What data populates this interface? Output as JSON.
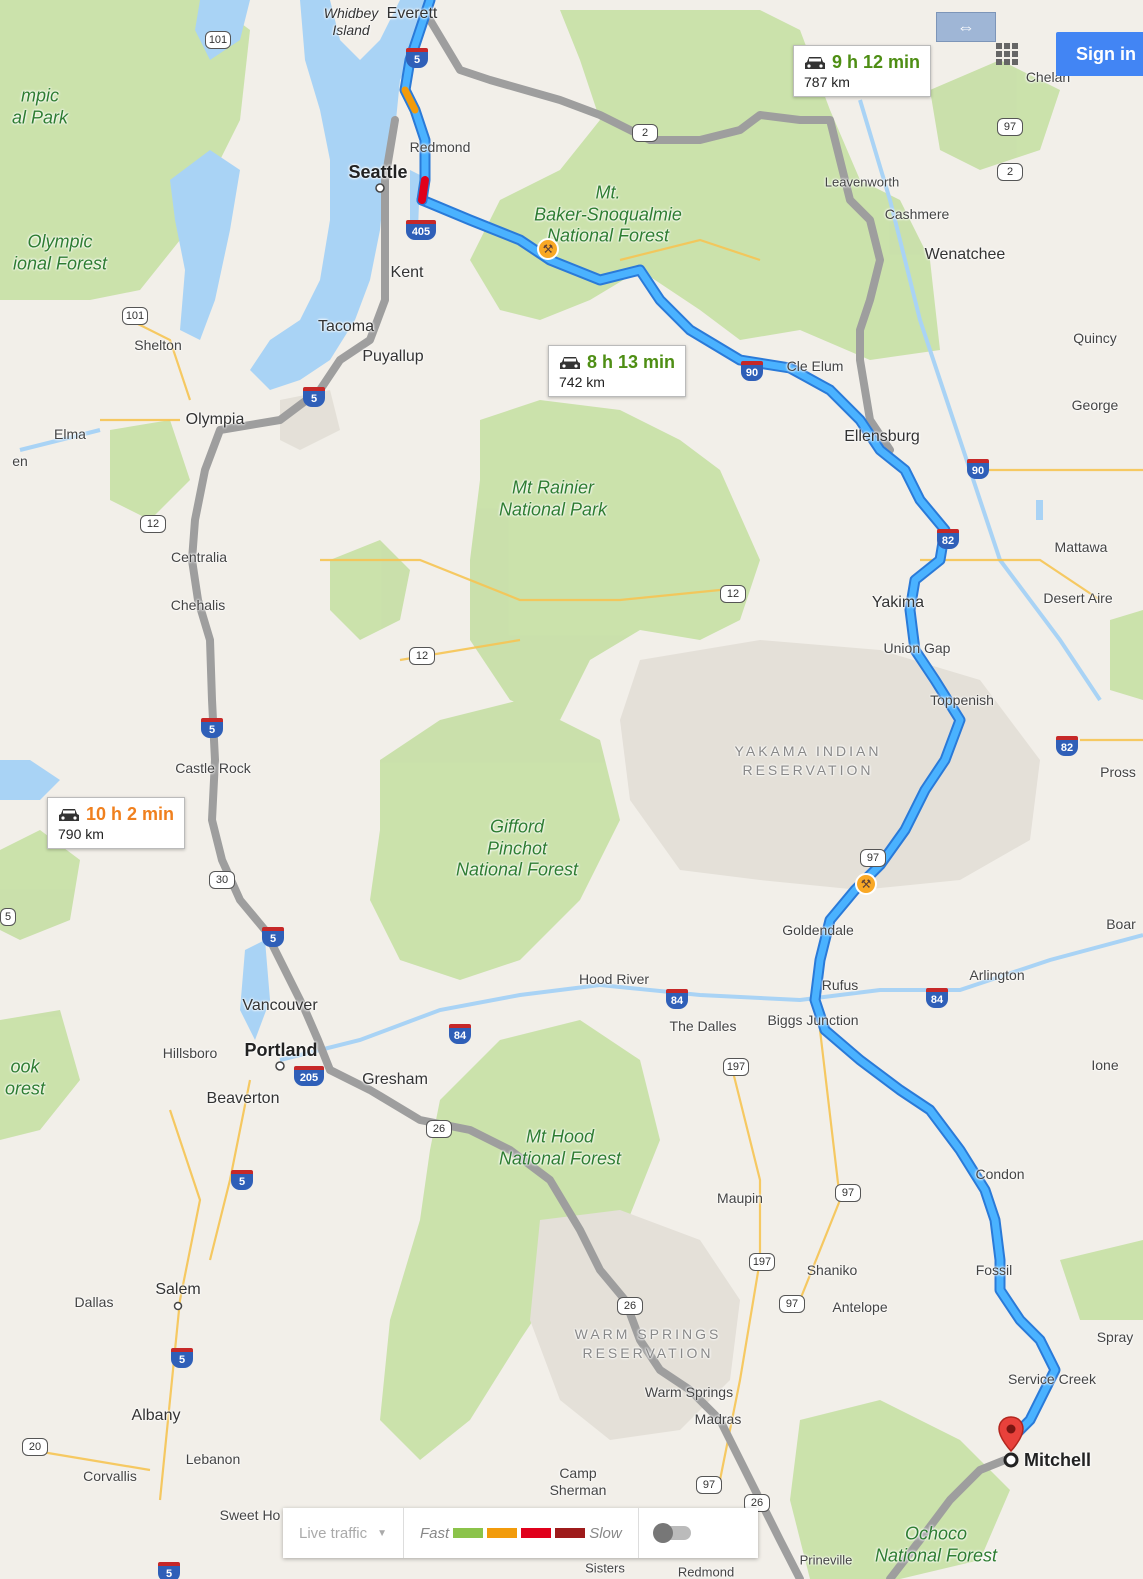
{
  "map": {
    "cities": {
      "everett": "Everett",
      "whidbey": "Whidbey\nIsland",
      "seattle": "Seattle",
      "redmond": "Redmond",
      "kent": "Kent",
      "tacoma": "Tacoma",
      "puyallup": "Puyallup",
      "shelton": "Shelton",
      "olympia": "Olympia",
      "elma": "Elma",
      "en": "en",
      "centralia": "Centralia",
      "chehalis": "Chehalis",
      "castle_rock": "Castle Rock",
      "vancouver": "Vancouver",
      "portland": "Portland",
      "hillsboro": "Hillsboro",
      "gresham": "Gresham",
      "beaverton": "Beaverton",
      "salem": "Salem",
      "dallas": "Dallas",
      "albany": "Albany",
      "corvallis": "Corvallis",
      "lebanon": "Lebanon",
      "sweet_home": "Sweet Ho",
      "chelan": "Chelan",
      "leavenworth": "Leavenworth",
      "cashmere": "Cashmere",
      "wenatchee": "Wenatchee",
      "quincy": "Quincy",
      "george": "George",
      "cle_elum": "Cle Elum",
      "ellensburg": "Ellensburg",
      "mattawa": "Mattawa",
      "desert_aire": "Desert Aire",
      "yakima": "Yakima",
      "union_gap": "Union Gap",
      "toppenish": "Toppenish",
      "prosser": "Pross",
      "goldendale": "Goldendale",
      "boardman": "Boar",
      "arlington": "Arlington",
      "rufus": "Rufus",
      "hood_river": "Hood River",
      "the_dalles": "The Dalles",
      "biggs_junction": "Biggs Junction",
      "ione": "Ione",
      "condon": "Condon",
      "maupin": "Maupin",
      "shaniko": "Shaniko",
      "antelope": "Antelope",
      "fossil": "Fossil",
      "spray": "Spray",
      "service_creek": "Service Creek",
      "warm_springs": "Warm Springs",
      "madras": "Madras",
      "camp_sherman": "Camp\nSherman",
      "sisters": "Sisters",
      "redmond_or": "Redmond",
      "prineville": "Prineville",
      "mitchell": "Mitchell"
    },
    "parks": {
      "olympic_np_top": "mpic\nal Park",
      "olympic_nf": "Olympic\nional Forest",
      "baker": "Mt.\nBaker-Snoqualmie\nNational Forest",
      "rainier": "Mt Rainier\nNational Park",
      "gifford": "Gifford\nPinchot\nNational Forest",
      "hood": "Mt Hood\nNational Forest",
      "ochoco": "Ochoco\nNational Forest",
      "siuslaw_top": "ook\norest"
    },
    "reservations": {
      "yakama": "YAKAMA INDIAN\nRESERVATION",
      "warm_springs": "WARM SPRINGS\nRESERVATION"
    },
    "shields": {
      "i5_a": "5",
      "i5_b": "5",
      "i5_c": "5",
      "i5_d": "5",
      "i5_e": "5",
      "i5_f": "5",
      "i5_g": "5",
      "i405": "405",
      "i90_a": "90",
      "i90_b": "90",
      "i82_a": "82",
      "i82_b": "82",
      "i84_a": "84",
      "i84_b": "84",
      "i84_c": "84",
      "i205": "205",
      "us2_a": "2",
      "us2_b": "2",
      "us97_a": "97",
      "us97_b": "97",
      "us97_c": "97",
      "us97_d": "97",
      "us97_e": "97",
      "us101_a": "101",
      "us101_b": "101",
      "us12_a": "12",
      "us12_b": "12",
      "us12_c": "12",
      "us30": "30",
      "us26_a": "26",
      "us26_b": "26",
      "us26_c": "26",
      "us197_a": "197",
      "us197_b": "197",
      "us20": "20",
      "us5": "5"
    }
  },
  "routes": [
    {
      "duration": "9 h 12 min",
      "distance": "787 km",
      "color": "#4e8e14"
    },
    {
      "duration": "8 h 13 min",
      "distance": "742 km",
      "color": "#4e8e14"
    },
    {
      "duration": "10 h 2 min",
      "distance": "790 km",
      "color": "#f0801e"
    }
  ],
  "header": {
    "sign_in": "Sign in",
    "expand_icon": "⇔"
  },
  "traffic": {
    "live_traffic": "Live traffic",
    "fast": "Fast",
    "slow": "Slow",
    "colors": [
      "#8bc34a",
      "#f29b0b",
      "#e0001b",
      "#9e1b1b"
    ]
  },
  "colors": {
    "route_primary": "#4a9ff5",
    "route_alt": "#9e9e9e",
    "forest": "#c8e0a8",
    "water": "#a9d3f5",
    "reservation": "#e4e0d8"
  }
}
